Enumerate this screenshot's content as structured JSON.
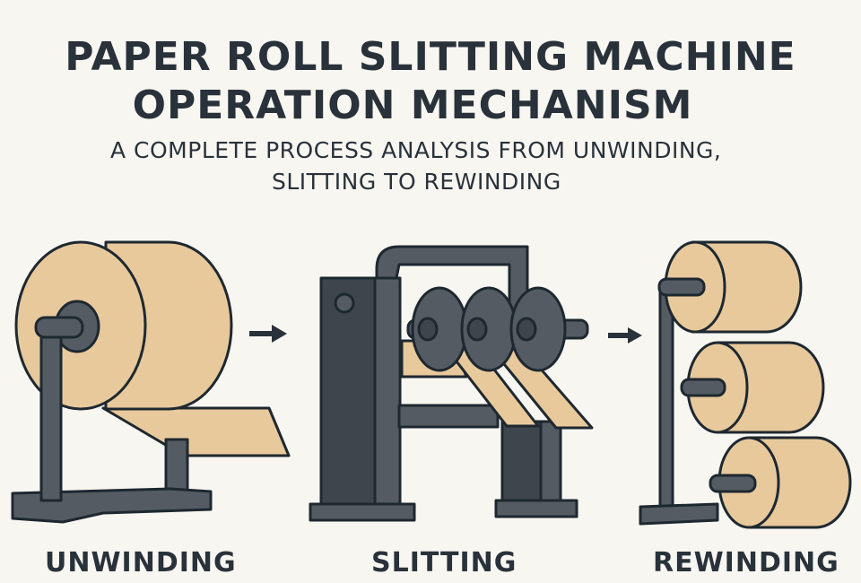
{
  "title": {
    "line1": "PAPER ROLL SLITTING MACHINE",
    "line2": "OPERATION MECHANISM"
  },
  "subtitle": {
    "line1": "A COMPLETE PROCESS ANALYSIS FROM UNWINDING,",
    "line2": "SLITTING TO REWINDING"
  },
  "stages": [
    {
      "label": "UNWINDING",
      "icon": "unwinding-stand-icon"
    },
    {
      "label": "SLITTING",
      "icon": "slitting-machine-icon"
    },
    {
      "label": "REWINDING",
      "icon": "rewinding-stand-icon"
    }
  ],
  "colors": {
    "paper": "#e8c99c",
    "metal": "#555b62",
    "outline": "#1e2830",
    "background": "#f8f6f1"
  }
}
